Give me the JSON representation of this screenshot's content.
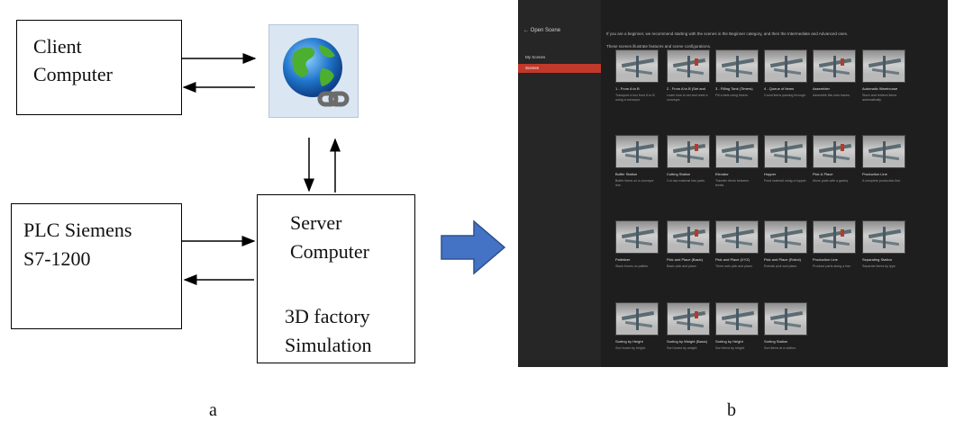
{
  "diagram_a": {
    "client_box": {
      "line1": "Client",
      "line2": "Computer"
    },
    "plc_box": {
      "line1": "PLC Siemens",
      "line2": "S7-1200"
    },
    "server_box": {
      "line1": "Server",
      "line2": "Computer",
      "line3": "3D factory",
      "line4": "Simulation"
    },
    "network_icon": "globe-link-icon",
    "caption": "a"
  },
  "transition_arrow_color": "#4472c4",
  "screenshot_b": {
    "caption": "b",
    "sidebar": {
      "back_label": "←  Open Scene",
      "items": [
        {
          "label": "My Scenes",
          "active": false
        },
        {
          "label": "Scenes",
          "active": true
        }
      ]
    },
    "intro_line1": "If you are a beginner, we recommend starting with the scenes in the Beginner category, and then the Intermediate and Advanced ones.",
    "intro_line2": "These scenes illustrate features and scene configurations.",
    "accent_color": "#c0392b",
    "tiles": [
      {
        "name": "1 - From A to B",
        "desc": "Transport a box from A to B using a conveyor."
      },
      {
        "name": "2 - From A to B (Set and Reset)",
        "desc": "Learn how to set and reset a conveyor."
      },
      {
        "name": "3 - Filling Tank (Timers)",
        "desc": "Fill a tank using timers."
      },
      {
        "name": "4 - Queue of Items (Counters)",
        "desc": "Count items passing through."
      },
      {
        "name": "Assembler",
        "desc": "Assemble lids onto bases."
      },
      {
        "name": "Automatic Warehouse",
        "desc": "Store and retrieve items automatically."
      },
      {
        "name": "Buffer Station",
        "desc": "Buffer items on a conveyor line."
      },
      {
        "name": "Cutting Station",
        "desc": "Cut raw material into parts."
      },
      {
        "name": "Elevator",
        "desc": "Transfer items between levels."
      },
      {
        "name": "Hopper",
        "desc": "Feed material using a hopper."
      },
      {
        "name": "Pick & Place",
        "desc": "Move parts with a gantry."
      },
      {
        "name": "Production Line",
        "desc": "A complete production line."
      },
      {
        "name": "Palletizer",
        "desc": "Stack boxes on pallets."
      },
      {
        "name": "Pick and Place (Basic)",
        "desc": "Basic pick and place."
      },
      {
        "name": "Pick and Place (XYZ)",
        "desc": "Three axis pick and place."
      },
      {
        "name": "Pick and Place (Robot)",
        "desc": "Robotic pick and place."
      },
      {
        "name": "Production Line",
        "desc": "Produce parts along a line."
      },
      {
        "name": "Separating Station",
        "desc": "Separate items by type."
      },
      {
        "name": "Sorting by Height (Advanced)",
        "desc": "Sort boxes by height."
      },
      {
        "name": "Sorting by Weight (Basic)",
        "desc": "Sort boxes by weight."
      },
      {
        "name": "Sorting by Height",
        "desc": "Sort items by height."
      },
      {
        "name": "Sorting Station",
        "desc": "Sort items at a station."
      }
    ]
  }
}
